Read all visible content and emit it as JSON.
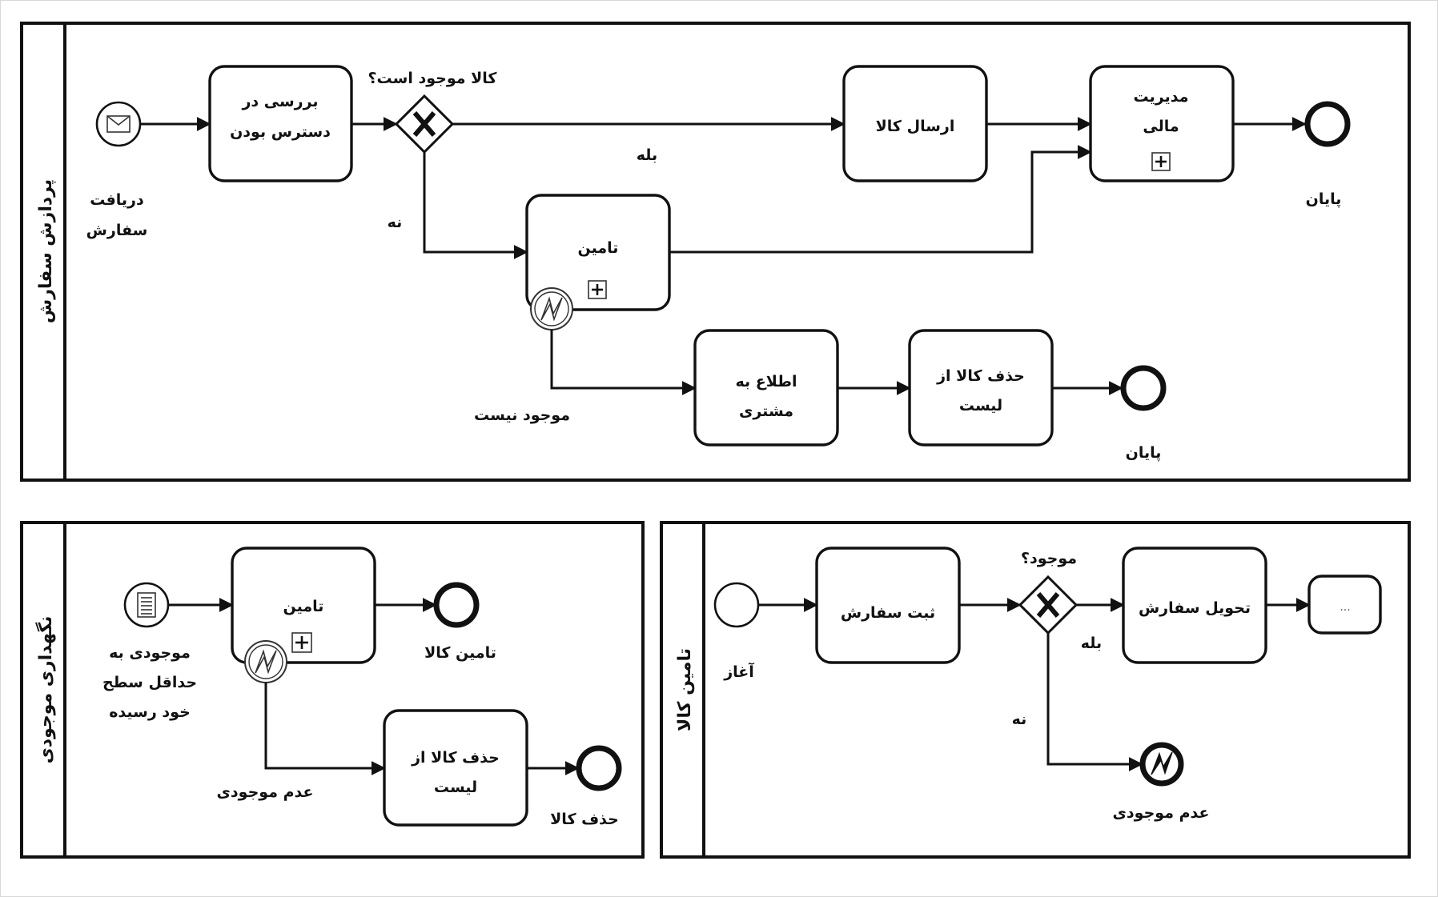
{
  "pools": {
    "order_processing": {
      "title": "پردازش سفارش",
      "start_event": {
        "label_line1": "دریافت",
        "label_line2": "سفارش",
        "type": "message-start"
      },
      "task_check": {
        "line1": "بررسی در",
        "line2": "دسترس بودن"
      },
      "gateway": {
        "label": "کالا موجود است؟",
        "type": "exclusive"
      },
      "flow_yes": "بله",
      "flow_no": "نه",
      "task_send": {
        "label": "ارسال کالا"
      },
      "subprocess_finance": {
        "line1": "مدیریت",
        "line2": "مالی",
        "collapsed": true
      },
      "end_event_main": {
        "label": "پایان"
      },
      "subprocess_supply": {
        "label": "تامین",
        "collapsed": true
      },
      "boundary_error": {
        "label": "موجود نیست",
        "type": "error-boundary"
      },
      "task_notify": {
        "line1": "اطلاع به",
        "line2": "مشتری"
      },
      "task_remove": {
        "line1": "حذف کالا از",
        "line2": "لیست"
      },
      "end_event_alt": {
        "label": "پایان"
      }
    },
    "inventory": {
      "title": "نگهداری موجودی",
      "start_event": {
        "line1": "موجودی به",
        "line2": "حداقل سطح",
        "line3": "خود رسیده",
        "type": "conditional-start"
      },
      "subprocess_supply": {
        "label": "تامین",
        "collapsed": true
      },
      "end_supply": {
        "label": "تامین کالا"
      },
      "boundary_error": {
        "label": "عدم موجودی",
        "type": "error-boundary"
      },
      "task_remove": {
        "line1": "حذف کالا از",
        "line2": "لیست"
      },
      "end_remove": {
        "label": "حذف کالا"
      }
    },
    "supply": {
      "title": "تامین کالا",
      "start_event": {
        "label": "آغاز",
        "type": "none-start"
      },
      "task_register": {
        "label": "ثبت سفارش"
      },
      "gateway": {
        "label": "موجود؟",
        "type": "exclusive"
      },
      "flow_yes": "بله",
      "flow_no": "نه",
      "task_deliver": {
        "label": "تحویل سفارش"
      },
      "task_more": {
        "label": "..."
      },
      "end_error": {
        "label": "عدم موجودی",
        "type": "error-end"
      }
    }
  },
  "colors": {
    "stroke": "#111111",
    "background": "#ffffff"
  }
}
